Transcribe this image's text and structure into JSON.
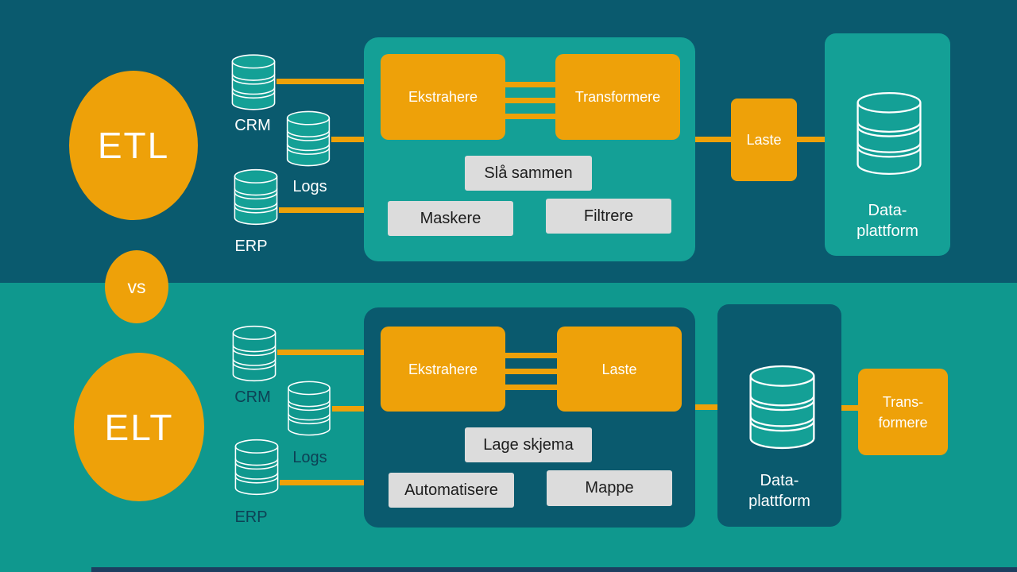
{
  "colors": {
    "top_background": "#0a5a6e",
    "bottom_background": "#0f988e",
    "panel_teal": "#14a096",
    "orange": "#eea109",
    "tag_gray": "#dcdcdc",
    "tag_text": "#1c1c1c",
    "source_label_dark": "#0d4155",
    "bottom_accent_bar": "#1c3e60",
    "white": "#ffffff"
  },
  "vs_label": "vs",
  "etl": {
    "badge": "ETL",
    "sources": [
      {
        "label": "CRM",
        "icon": "database-icon"
      },
      {
        "label": "Logs",
        "icon": "database-icon"
      },
      {
        "label": "ERP",
        "icon": "database-icon"
      }
    ],
    "steps": {
      "extract": "Ekstrahere",
      "transform": "Transformere",
      "load": "Laste"
    },
    "operations": [
      {
        "label": "Slå sammen"
      },
      {
        "label": "Maskere"
      },
      {
        "label": "Filtrere"
      }
    ],
    "platform": {
      "line1": "Data-",
      "line2": "plattform",
      "icon": "database-icon"
    }
  },
  "elt": {
    "badge": "ELT",
    "sources": [
      {
        "label": "CRM",
        "icon": "database-icon"
      },
      {
        "label": "Logs",
        "icon": "database-icon"
      },
      {
        "label": "ERP",
        "icon": "database-icon"
      }
    ],
    "steps": {
      "extract": "Ekstrahere",
      "load": "Laste",
      "transform_line1": "Trans-",
      "transform_line2": "formere"
    },
    "operations": [
      {
        "label": "Lage skjema"
      },
      {
        "label": "Automatisere"
      },
      {
        "label": "Mappe"
      }
    ],
    "platform": {
      "line1": "Data-",
      "line2": "plattform",
      "icon": "database-icon"
    }
  }
}
